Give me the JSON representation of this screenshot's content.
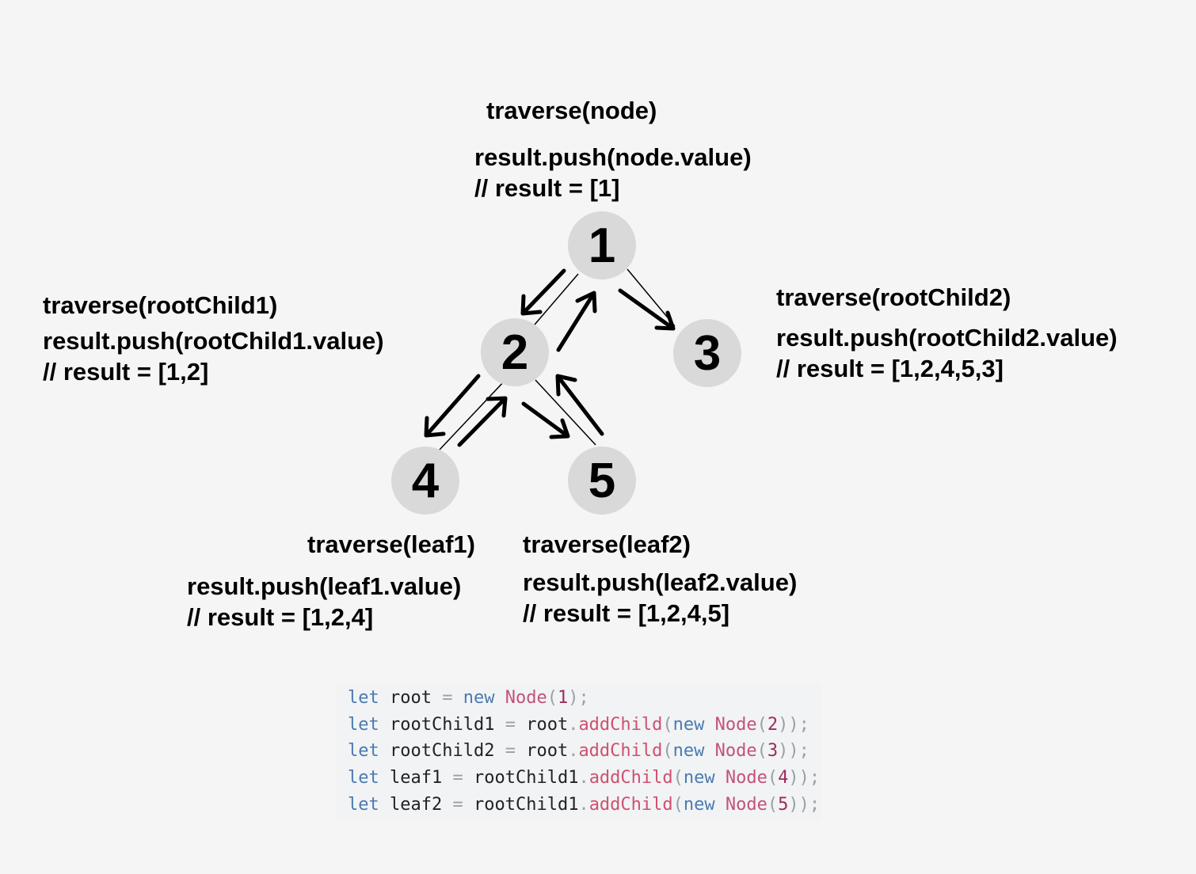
{
  "diagram": {
    "nodes": [
      {
        "id": "1",
        "label": "1"
      },
      {
        "id": "2",
        "label": "2"
      },
      {
        "id": "3",
        "label": "3"
      },
      {
        "id": "4",
        "label": "4"
      },
      {
        "id": "5",
        "label": "5"
      }
    ],
    "edges": [
      [
        "1",
        "2"
      ],
      [
        "1",
        "3"
      ],
      [
        "2",
        "4"
      ],
      [
        "2",
        "5"
      ]
    ],
    "annotations": {
      "root_call": "traverse(node)",
      "root_push": "result.push(node.value)",
      "root_result": "// result = [1]",
      "child1_call": "traverse(rootChild1)",
      "child1_push": "result.push(rootChild1.value)",
      "child1_result": "// result = [1,2]",
      "child2_call": "traverse(rootChild2)",
      "child2_push": "result.push(rootChild2.value)",
      "child2_result": "// result = [1,2,4,5,3]",
      "leaf1_call": "traverse(leaf1)",
      "leaf1_push": "result.push(leaf1.value)",
      "leaf1_result": "// result = [1,2,4]",
      "leaf2_call": "traverse(leaf2)",
      "leaf2_push": "result.push(leaf2.value)",
      "leaf2_result": "// result = [1,2,4,5]"
    }
  },
  "code": {
    "lines": [
      [
        [
          "kw",
          "let"
        ],
        [
          "sp",
          " "
        ],
        [
          "id",
          "root"
        ],
        [
          "sp",
          " "
        ],
        [
          "pn",
          "="
        ],
        [
          "sp",
          " "
        ],
        [
          "kw",
          "new"
        ],
        [
          "sp",
          " "
        ],
        [
          "cls",
          "Node"
        ],
        [
          "pn",
          "("
        ],
        [
          "num",
          "1"
        ],
        [
          "pn",
          ")"
        ],
        [
          "pn",
          ";"
        ]
      ],
      [
        [
          "kw",
          "let"
        ],
        [
          "sp",
          " "
        ],
        [
          "id",
          "rootChild1"
        ],
        [
          "sp",
          " "
        ],
        [
          "pn",
          "="
        ],
        [
          "sp",
          " "
        ],
        [
          "id",
          "root"
        ],
        [
          "pn",
          "."
        ],
        [
          "meth",
          "addChild"
        ],
        [
          "pn",
          "("
        ],
        [
          "kw",
          "new"
        ],
        [
          "sp",
          " "
        ],
        [
          "cls",
          "Node"
        ],
        [
          "pn",
          "("
        ],
        [
          "num",
          "2"
        ],
        [
          "pn",
          "))"
        ],
        [
          "pn",
          ";"
        ]
      ],
      [
        [
          "kw",
          "let"
        ],
        [
          "sp",
          " "
        ],
        [
          "id",
          "rootChild2"
        ],
        [
          "sp",
          " "
        ],
        [
          "pn",
          "="
        ],
        [
          "sp",
          " "
        ],
        [
          "id",
          "root"
        ],
        [
          "pn",
          "."
        ],
        [
          "meth",
          "addChild"
        ],
        [
          "pn",
          "("
        ],
        [
          "kw",
          "new"
        ],
        [
          "sp",
          " "
        ],
        [
          "cls",
          "Node"
        ],
        [
          "pn",
          "("
        ],
        [
          "num",
          "3"
        ],
        [
          "pn",
          "))"
        ],
        [
          "pn",
          ";"
        ]
      ],
      [
        [
          "kw",
          "let"
        ],
        [
          "sp",
          " "
        ],
        [
          "id",
          "leaf1"
        ],
        [
          "sp",
          " "
        ],
        [
          "pn",
          "="
        ],
        [
          "sp",
          " "
        ],
        [
          "id",
          "rootChild1"
        ],
        [
          "pn",
          "."
        ],
        [
          "meth",
          "addChild"
        ],
        [
          "pn",
          "("
        ],
        [
          "kw",
          "new"
        ],
        [
          "sp",
          " "
        ],
        [
          "cls",
          "Node"
        ],
        [
          "pn",
          "("
        ],
        [
          "num",
          "4"
        ],
        [
          "pn",
          "))"
        ],
        [
          "pn",
          ";"
        ]
      ],
      [
        [
          "kw",
          "let"
        ],
        [
          "sp",
          " "
        ],
        [
          "id",
          "leaf2"
        ],
        [
          "sp",
          " "
        ],
        [
          "pn",
          "="
        ],
        [
          "sp",
          " "
        ],
        [
          "id",
          "rootChild1"
        ],
        [
          "pn",
          "."
        ],
        [
          "meth",
          "addChild"
        ],
        [
          "pn",
          "("
        ],
        [
          "kw",
          "new"
        ],
        [
          "sp",
          " "
        ],
        [
          "cls",
          "Node"
        ],
        [
          "pn",
          "("
        ],
        [
          "num",
          "5"
        ],
        [
          "pn",
          "))"
        ],
        [
          "pn",
          ";"
        ]
      ]
    ]
  }
}
